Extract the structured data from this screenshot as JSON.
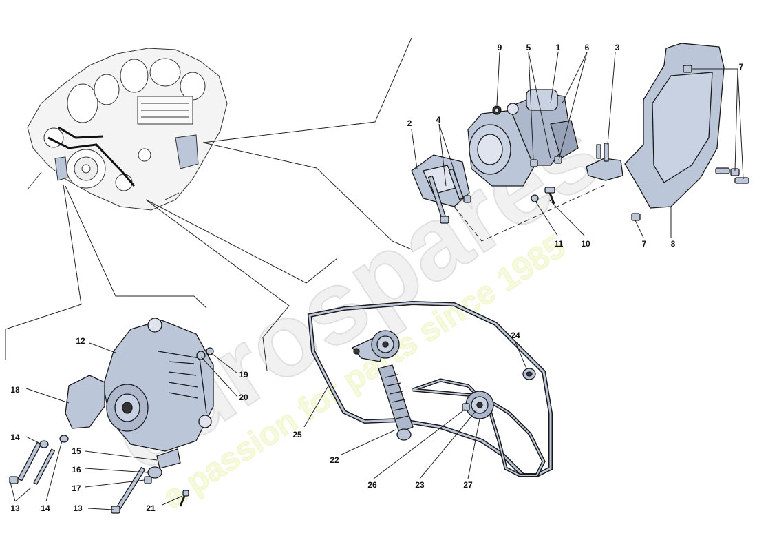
{
  "colors": {
    "part_fill": "#bcc6d9",
    "part_shade": "#97a2b8",
    "part_light": "#dfe4ee",
    "engine_line": "#333333",
    "belt": "#1a1a1a",
    "watermark_grey": "#d9d9d9",
    "watermark_yellow": "#eef5b0"
  },
  "watermark": {
    "brand": "eurospares",
    "tagline": "a passion for parts since 1985"
  },
  "callouts": {
    "c1": "1",
    "c2": "2",
    "c3": "3",
    "c4": "4",
    "c5": "5",
    "c6": "6",
    "c7a": "7",
    "c7b": "7",
    "c8": "8",
    "c9": "9",
    "c10": "10",
    "c11": "11",
    "c12": "12",
    "c13a": "13",
    "c13b": "13",
    "c14a": "14",
    "c14b": "14",
    "c15": "15",
    "c16": "16",
    "c17": "17",
    "c18": "18",
    "c19": "19",
    "c20": "20",
    "c21": "21",
    "c22": "22",
    "c23": "23",
    "c24": "24",
    "c25": "25",
    "c26": "26",
    "c27": "27"
  }
}
